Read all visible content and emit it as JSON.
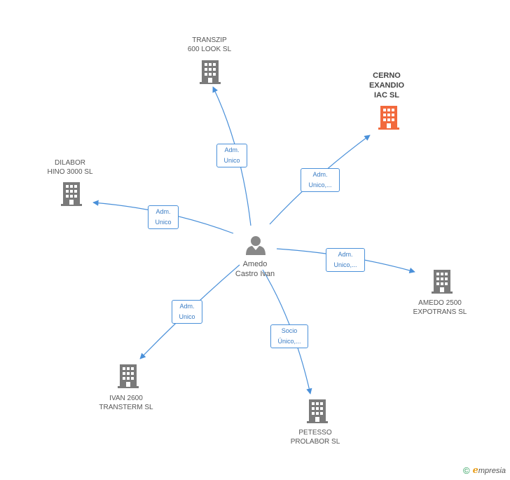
{
  "center": {
    "name_line1": "Amedo",
    "name_line2": "Castro Ivan",
    "icon": "person-icon",
    "color": "#888888"
  },
  "companies": [
    {
      "id": "transzip",
      "line1": "TRANSZIP",
      "line2": "600 LOOK SL",
      "line3": "",
      "highlight": false,
      "color": "#7a7a7a",
      "role_line1": "Adm.",
      "role_line2": "Unico"
    },
    {
      "id": "cerno",
      "line1": "CERNO",
      "line2": "EXANDIO",
      "line3": "IAC SL",
      "highlight": true,
      "color": "#f26a3d",
      "role_line1": "Adm.",
      "role_line2": "Unico,..."
    },
    {
      "id": "dilabor",
      "line1": "DILABOR",
      "line2": "HINO 3000 SL",
      "line3": "",
      "highlight": false,
      "color": "#7a7a7a",
      "role_line1": "Adm.",
      "role_line2": "Unico"
    },
    {
      "id": "amedo2500",
      "line1": "AMEDO 2500",
      "line2": "EXPOTRANS SL",
      "line3": "",
      "highlight": false,
      "color": "#7a7a7a",
      "role_line1": "Adm.",
      "role_line2": "Unico,..."
    },
    {
      "id": "ivan2600",
      "line1": "IVAN 2600",
      "line2": "TRANSTERM SL",
      "line3": "",
      "highlight": false,
      "color": "#7a7a7a",
      "role_line1": "Adm.",
      "role_line2": "Unico"
    },
    {
      "id": "petesso",
      "line1": "PETESSO",
      "line2": "PROLABOR SL",
      "line3": "",
      "highlight": false,
      "color": "#7a7a7a",
      "role_line1": "Socio",
      "role_line2": "Único,..."
    }
  ],
  "edge_color": "#4a90d9",
  "footer": {
    "copyright": "©",
    "brand_first": "e",
    "brand_rest": "mpresia"
  }
}
